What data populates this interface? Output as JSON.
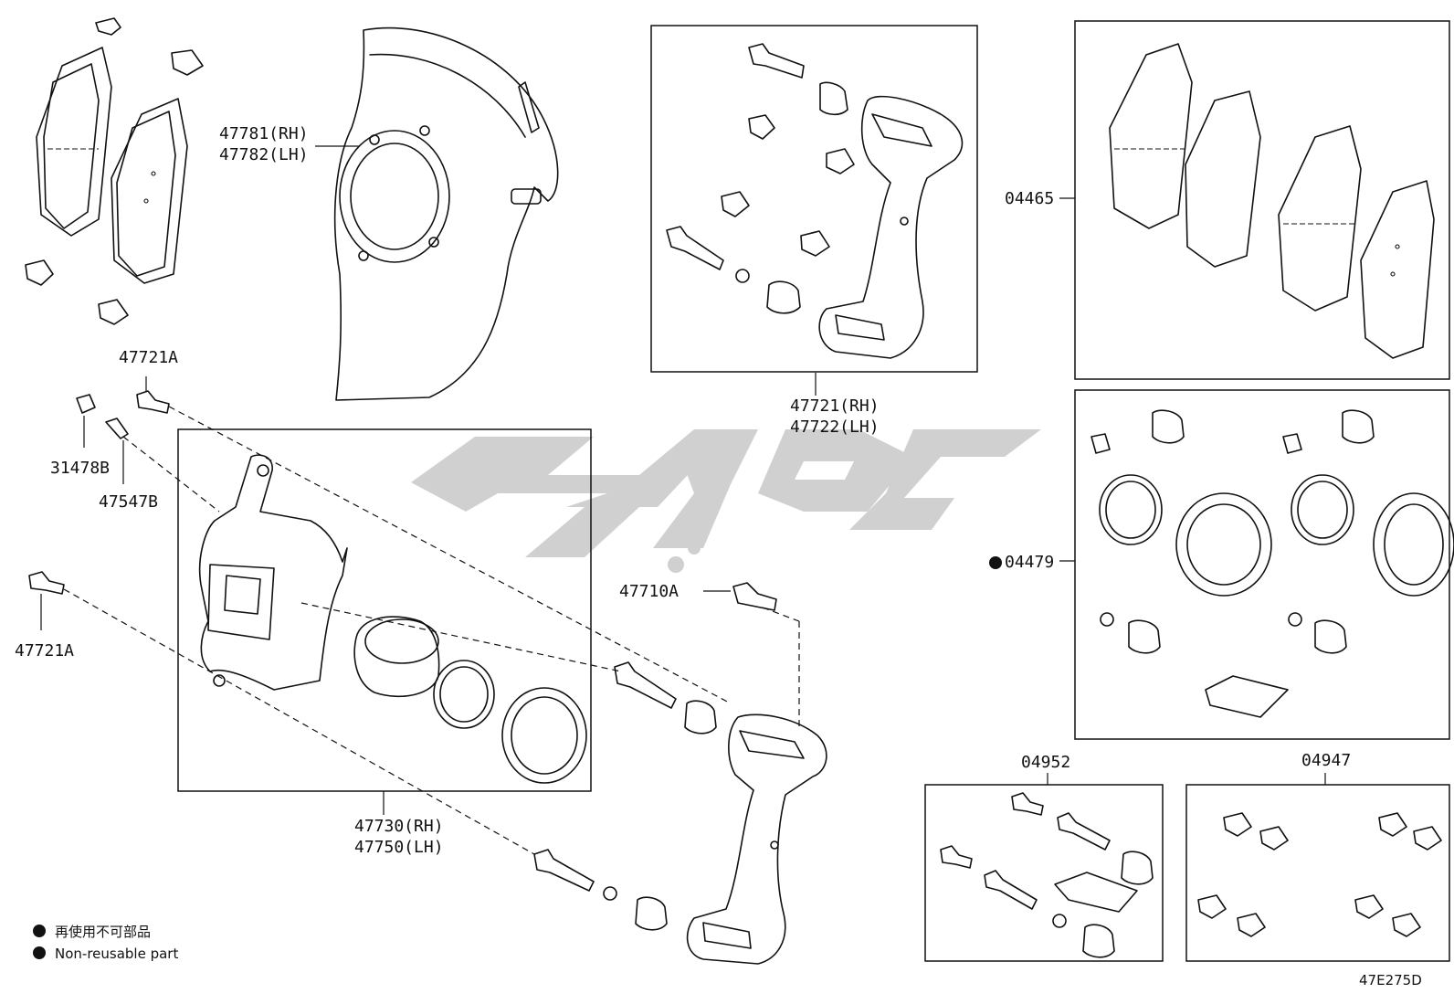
{
  "callouts": {
    "shield": [
      "47781(RH)",
      "47782(LH)"
    ],
    "mounting_bracket": [
      "47721(RH)",
      "47722(LH)"
    ],
    "pad_kit": "04465",
    "seal_kit": "04479",
    "slide_pin_kit": "04952",
    "anti_squeal_kit": "04947",
    "bolt_upper": "47721A",
    "bolt_lower": "47721A",
    "bleeder_cap": "31478B",
    "bleeder_plug": "47547B",
    "caliper": [
      "47730(RH)",
      "47750(LH)"
    ],
    "bracket_bolt": "47710A"
  },
  "legend": {
    "jp": "再使用不可部品",
    "en": "Non-reusable part"
  },
  "diagram_id": "47E275D",
  "watermark_color": "#c8c8c8"
}
